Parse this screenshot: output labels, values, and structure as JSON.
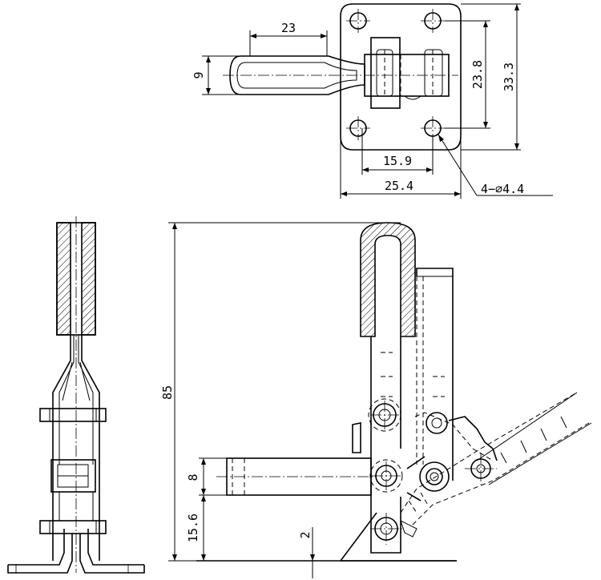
{
  "dimensions": {
    "handle_length": "23",
    "handle_width": "9",
    "hole_spacing_vertical": "23.8",
    "base_height": "33.3",
    "hole_spacing_horizontal": "15.9",
    "base_width": "25.4",
    "hole_callout": "4−⌀4.4",
    "overall_height": "85",
    "bar_thickness": "8",
    "bar_height_from_base": "15.6",
    "base_thickness": "2"
  },
  "colors": {
    "line": "#000000",
    "background": "#ffffff"
  }
}
